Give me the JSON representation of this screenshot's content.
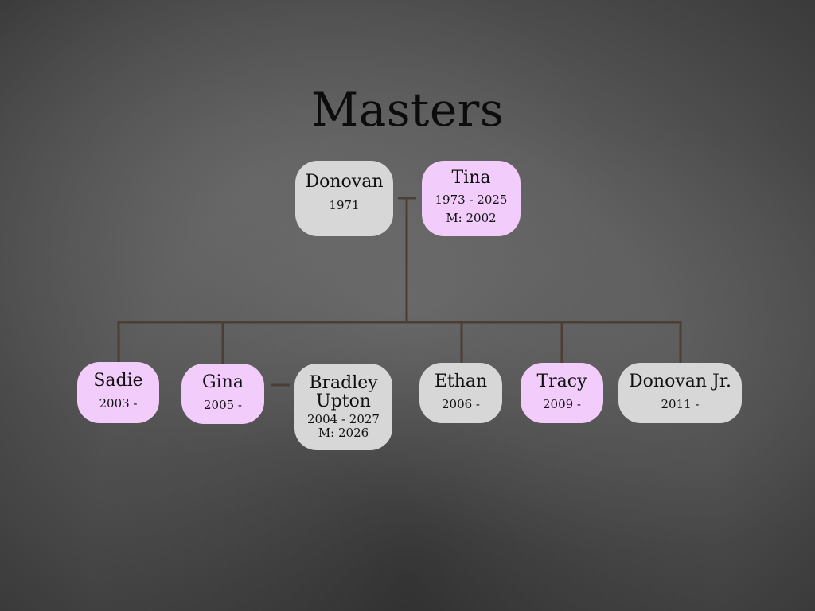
{
  "title": "Masters",
  "colors": {
    "line": "#4a3e35",
    "male_box": "#d7d7d7",
    "female_box": "#f2ccfa",
    "title": "#0c0c0c"
  },
  "parents": {
    "father": {
      "name": "Donovan",
      "years": "1971"
    },
    "mother": {
      "name": "Tina",
      "years": "1973 - 2025",
      "married": "M: 2002"
    }
  },
  "children": [
    {
      "name": "Sadie",
      "years": "2003 -"
    },
    {
      "name": "Gina",
      "years": "2005 -",
      "spouse": {
        "name": "Bradley Upton",
        "years": "2004 - 2027",
        "married": "M: 2026"
      }
    },
    {
      "name": "Ethan",
      "years": "2006 -"
    },
    {
      "name": "Tracy",
      "years": "2009 -"
    },
    {
      "name": "Donovan Jr.",
      "years": "2011 -"
    }
  ]
}
